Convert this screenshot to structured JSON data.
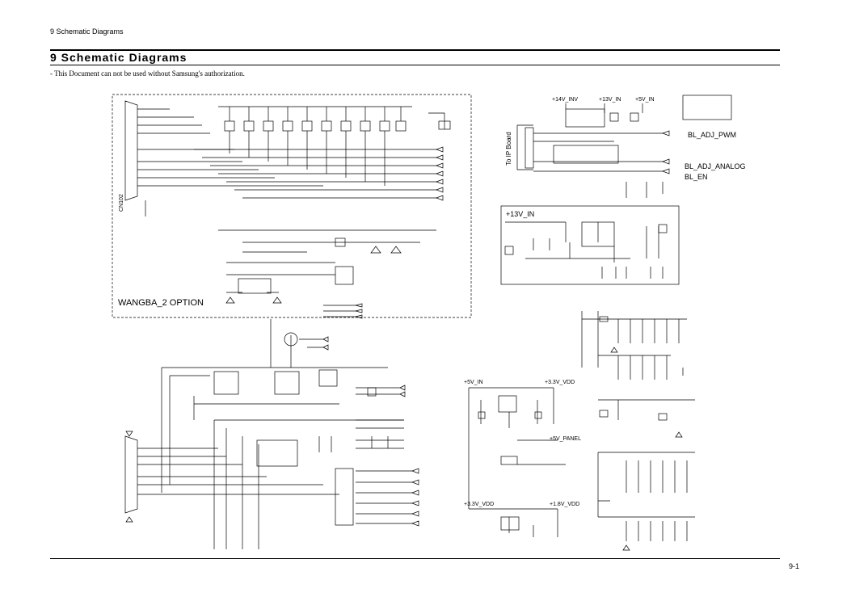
{
  "header": {
    "running_head": "9 Schematic Diagrams",
    "section_title": "9 Schematic Diagrams",
    "notice": "- This Document can not be used without Samsung's authorization."
  },
  "footer": {
    "page_number": "9-1"
  },
  "schematic": {
    "option_box_label": "WANGBA_2 OPTION",
    "connector_top": "CN102",
    "ip_board_label": "To IP Board",
    "nets": {
      "v14_inv": "+14V_INV",
      "v13_in_top": "+13V_IN",
      "v5_in_top": "+5V_IN",
      "bl_adj_pwm": "BL_ADJ_PWM",
      "bl_adj_analog": "BL_ADJ_ANALOG",
      "bl_en": "BL_EN",
      "v13_in_reg": "+13V_IN",
      "v5_in_mid": "+5V_IN",
      "v33_vdd": "+3.3V_VDD",
      "v5_panel": "+5V_PANEL",
      "v33_vdd_bottom": "+3.3V_VDD",
      "v18_vdd": "+1.8V_VDD"
    }
  }
}
